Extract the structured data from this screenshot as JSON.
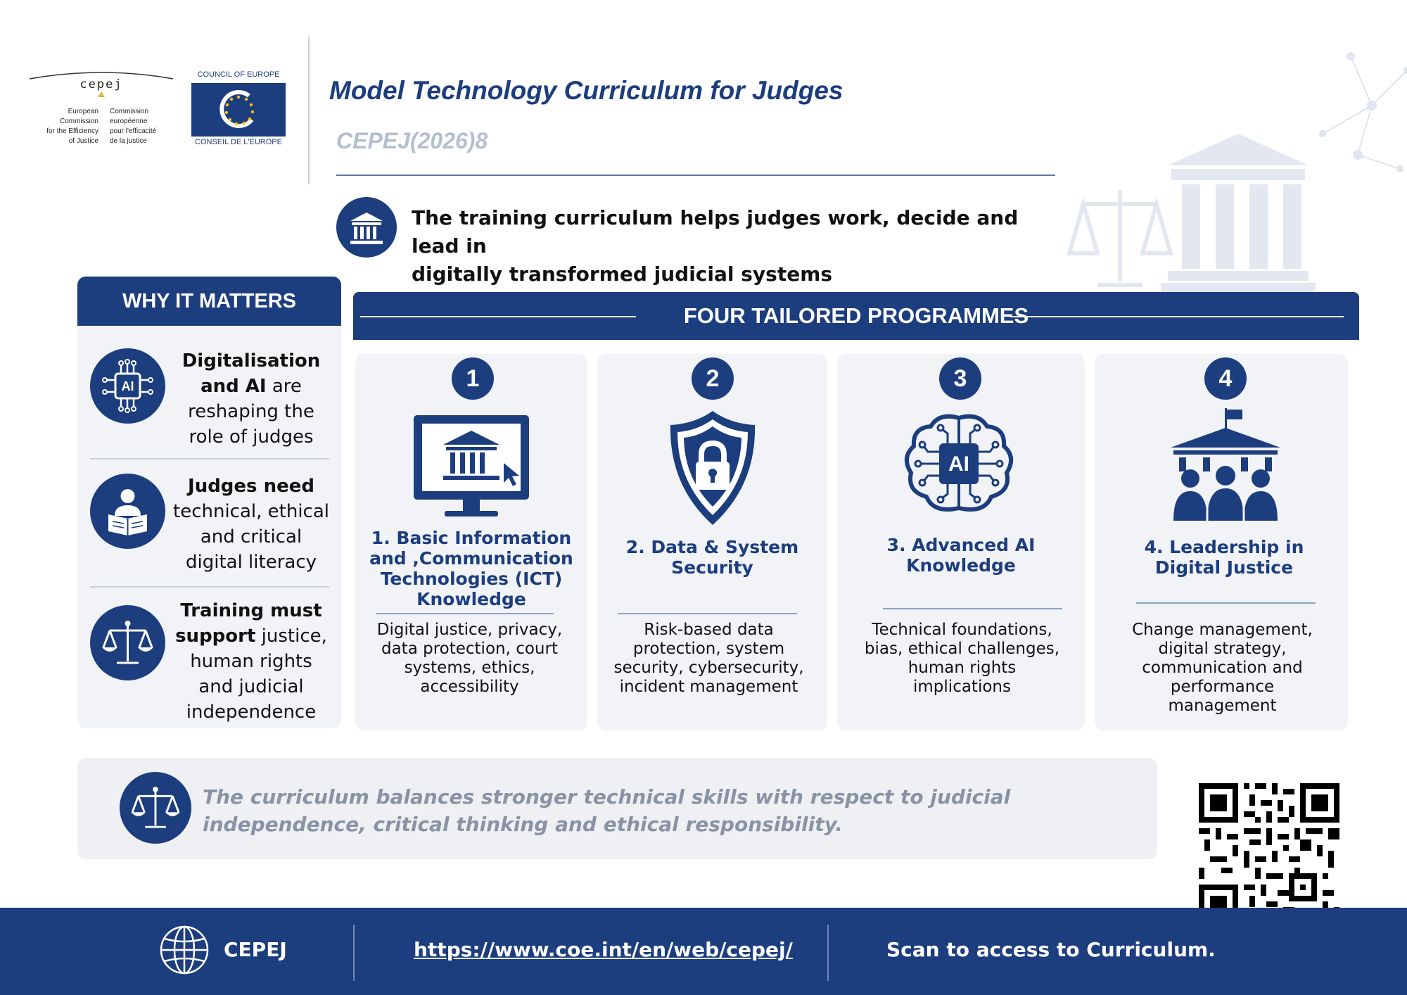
{
  "header": {
    "cepej_logo": {
      "word": "cepej",
      "en_lines": [
        "European",
        "Commission",
        "for the Efficiency",
        "of Justice"
      ],
      "fr_lines": [
        "Commission",
        "européenne",
        "pour l'efficacité",
        "de la justice"
      ]
    },
    "coe_logo": {
      "top": "COUNCIL OF EUROPE",
      "bottom": "CONSEIL DE L'EUROPE"
    },
    "title": "Model Technology Curriculum for Judges",
    "reference": "CEPEJ(2026)8"
  },
  "intro": {
    "line1": "The training curriculum helps judges work, decide and lead in",
    "line2": "digitally transformed judicial systems"
  },
  "why_it_matters": {
    "heading": "WHY IT MATTERS",
    "items": [
      {
        "icon": "ai-chip-icon",
        "bold": "Digitalisation and AI",
        "rest": " are reshaping the role of judges"
      },
      {
        "icon": "reading-person-icon",
        "bold": "Judges need",
        "rest": " technical, ethical and critical digital literacy"
      },
      {
        "icon": "scales-of-justice-icon",
        "bold": "Training must support",
        "rest": " justice, human rights and judicial independence"
      }
    ]
  },
  "programmes": {
    "heading": "FOUR TAILORED PROGRAMMES",
    "items": [
      {
        "number": "1",
        "icon": "monitor-courthouse-icon",
        "title": "1. Basic Information and ,Communication Technologies (ICT) Knowledge",
        "description": "Digital justice, privacy, data protection, court systems, ethics, accessibility"
      },
      {
        "number": "2",
        "icon": "shield-lock-icon",
        "title": "2. Data & System Security",
        "description": "Risk-based data protection, system security, cybersecurity, incident management"
      },
      {
        "number": "3",
        "icon": "ai-brain-icon",
        "title": "3. Advanced AI Knowledge",
        "description": "Technical foundations, bias, ethical challenges, human rights implications"
      },
      {
        "number": "4",
        "icon": "leadership-group-icon",
        "title": "4. Leadership in Digital Justice",
        "description": "Change management, digital strategy, communication and performance management"
      }
    ]
  },
  "note": {
    "icon": "scales-of-justice-icon",
    "text": "The curriculum balances stronger technical skills with respect to judicial independence, critical thinking and ethical responsibility."
  },
  "footer": {
    "org": "CEPEJ",
    "url": "https://www.coe.int/en/web/cepej/",
    "scan": "Scan to access to Curriculum."
  },
  "colors": {
    "navy": "#1c3d7e",
    "panel": "#f1f3f7",
    "muted_text": "#8a93a4",
    "reference": "#b4bfce"
  }
}
